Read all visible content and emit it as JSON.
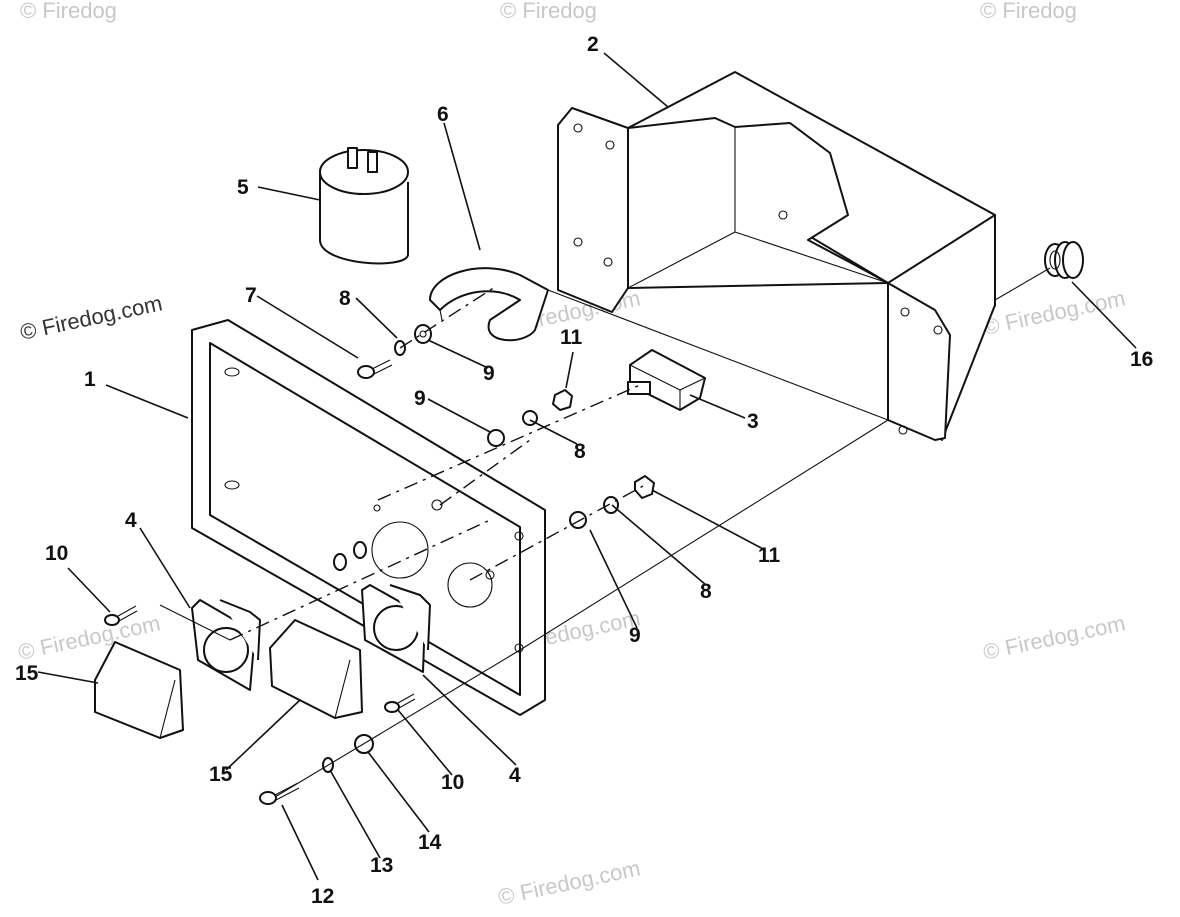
{
  "watermarks": {
    "main": "© Firedog.com",
    "faint": [
      "© Firedog",
      "© Firedog",
      "© Firedog",
      "© Firedog.com",
      "© Firedog.com",
      "© Firedog.com",
      "© Firedog.com",
      "© Firedog.com",
      "© Firedog.com"
    ]
  },
  "callouts": [
    "1",
    "2",
    "3",
    "4",
    "4",
    "5",
    "6",
    "7",
    "8",
    "8",
    "8",
    "9",
    "9",
    "9",
    "10",
    "10",
    "11",
    "11",
    "12",
    "13",
    "14",
    "15",
    "15",
    "16"
  ]
}
